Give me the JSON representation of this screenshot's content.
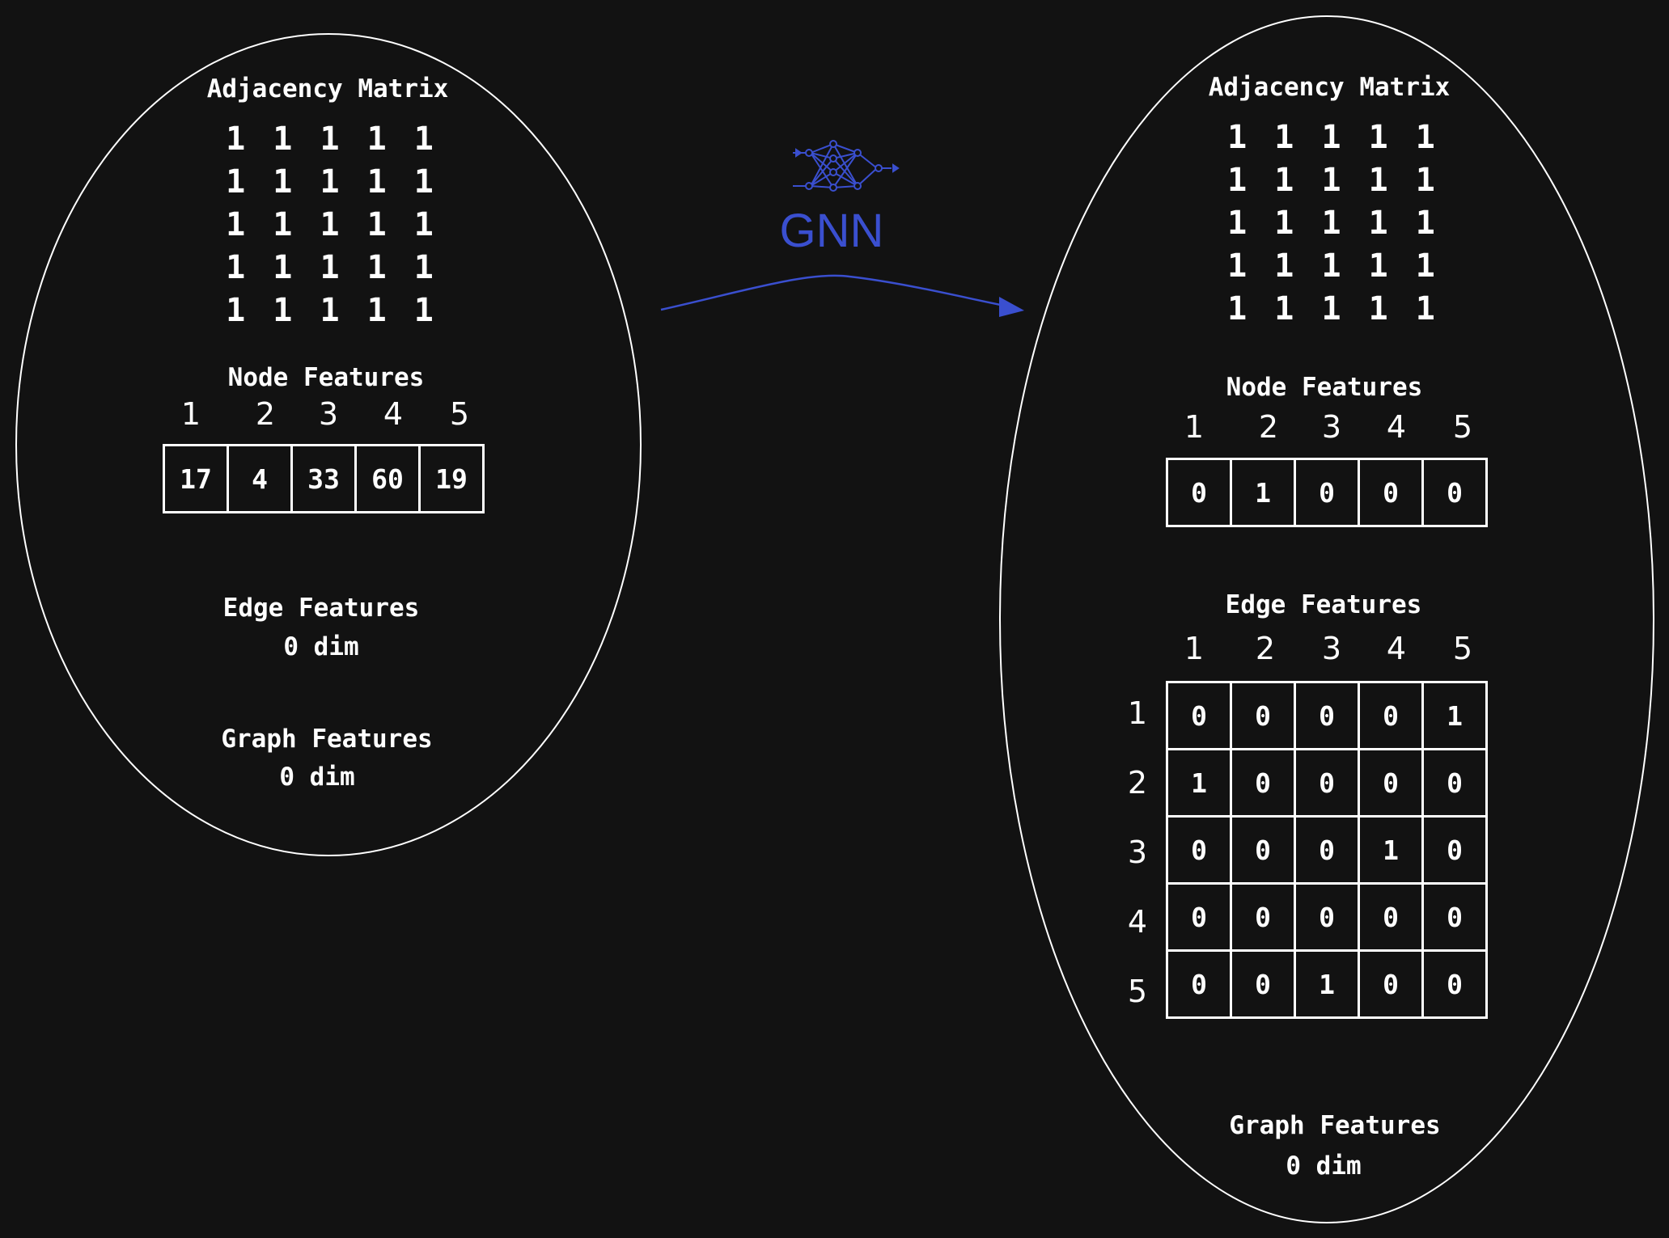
{
  "left": {
    "adj_title": "Adjacency Matrix",
    "adj_rows": [
      "1 1 1 1 1",
      "1 1 1 1 1",
      "1 1 1 1 1",
      "1 1 1 1 1",
      "1 1 1 1 1"
    ],
    "node_title": "Node Features",
    "node_headers": [
      "1",
      "2",
      "3",
      "4",
      "5"
    ],
    "node_values": [
      "17",
      "4",
      "33",
      "60",
      "19"
    ],
    "edge_title": "Edge Features",
    "edge_dim": "0 dim",
    "graph_title": "Graph Features",
    "graph_dim": "0 dim"
  },
  "arrow": {
    "label": "GNN",
    "icon": "neural-network-icon",
    "color": "#3a4fcf"
  },
  "right": {
    "adj_title": "Adjacency Matrix",
    "adj_rows": [
      "1 1 1 1 1",
      "1 1 1 1 1",
      "1 1 1 1 1",
      "1 1 1 1 1",
      "1 1 1 1 1"
    ],
    "node_title": "Node Features",
    "node_headers": [
      "1",
      "2",
      "3",
      "4",
      "5"
    ],
    "node_values": [
      "0",
      "1",
      "0",
      "0",
      "0"
    ],
    "edge_title": "Edge Features",
    "edge_col_headers": [
      "1",
      "2",
      "3",
      "4",
      "5"
    ],
    "edge_row_headers": [
      "1",
      "2",
      "3",
      "4",
      "5"
    ],
    "edge_matrix": [
      [
        "0",
        "0",
        "0",
        "0",
        "1"
      ],
      [
        "1",
        "0",
        "0",
        "0",
        "0"
      ],
      [
        "0",
        "0",
        "0",
        "1",
        "0"
      ],
      [
        "0",
        "0",
        "0",
        "0",
        "0"
      ],
      [
        "0",
        "0",
        "1",
        "0",
        "0"
      ]
    ],
    "graph_title": "Graph Features",
    "graph_dim": "0 dim"
  }
}
